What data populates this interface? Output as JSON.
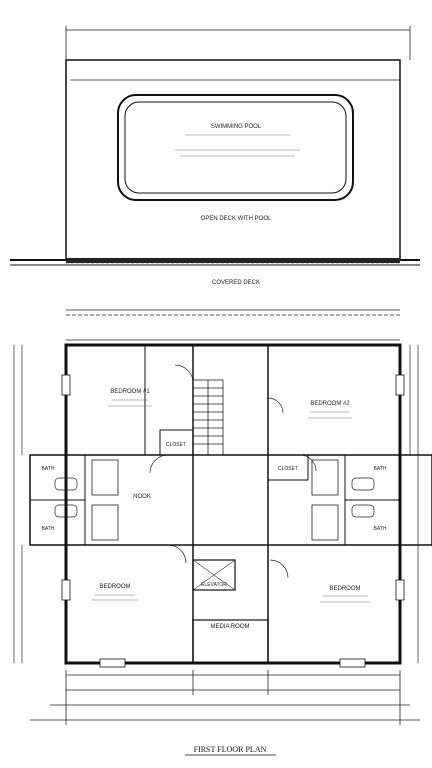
{
  "plan": {
    "title": "FIRST FLOOR PLAN",
    "rooms": {
      "swimming_pool": "SWIMMING POOL",
      "open_deck": "OPEN DECK WITH POOL",
      "covered_deck": "COVERED DECK",
      "bedroom_left_top": "BEDROOM #1",
      "bedroom_right_top": "BEDROOM #2",
      "closet_left": "CLOSET",
      "closet_right": "CLOSET",
      "bath_left_top": "BATH",
      "bath_left_bottom": "BATH",
      "bath_right_top": "BATH",
      "bath_right_bottom": "BATH",
      "nook": "NOOK",
      "bedroom_left_bottom": "BEDROOM",
      "bedroom_right_bottom": "BEDROOM",
      "elevator": "ELEVATOR",
      "media_room": "MEDIA ROOM"
    }
  }
}
